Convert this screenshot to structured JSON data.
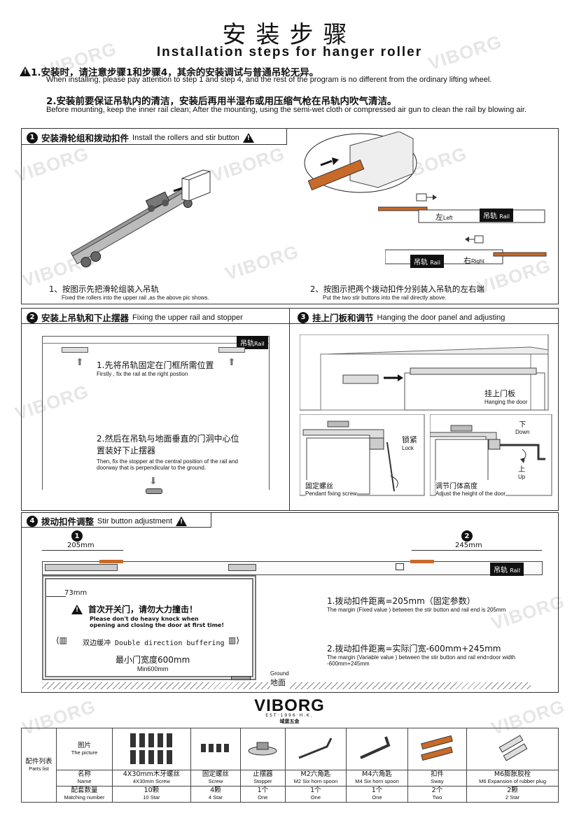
{
  "title": {
    "cn": "安装步骤",
    "en": "Installation steps for hanger roller"
  },
  "notes": [
    {
      "cn": "1.安装时，请注意步骤1和步骤4，其余的安装调试与普通吊轮无异。",
      "en": "When installing, please pay attention to step 1 and step 4, and the rest of the program is no different from the ordinary lifting wheel."
    },
    {
      "cn": "2.安装前要保证吊轨内的清洁，安装后再用半湿布或用压缩气枪在吊轨内吹气清洁。",
      "en": "Before mounting, keep the inner rail clean; After the mounting, using the semi-wet cloth or compressed air gun to clean the rail by blowing air."
    }
  ],
  "watermark": "VIBORG",
  "sections": {
    "s1": {
      "num": "1",
      "cn": "安装滑轮组和拨动扣件",
      "en": "Install the rollers and stir button",
      "cap1_cn": "1、按图示先把滑轮组装入吊轨",
      "cap1_en": "Fixed the rollers into the upper rail ,as the above pic shows.",
      "cap2_cn": "2、按图示把两个拨动扣件分别装入吊轨的左右端",
      "cap2_en": "Put the two stir buttons into the rail directly above.",
      "left_cn": "左",
      "left_en": "Left",
      "right_cn": "右",
      "right_en": "Right",
      "rail_cn": "吊轨",
      "rail_en": "Rail"
    },
    "s2": {
      "num": "2",
      "cn": "安装上吊轨和下止摆器",
      "en": "Fixing the upper rail and stopper",
      "rail_cn": "吊轨",
      "rail_en": "Rail",
      "step1_cn": "1.先将吊轨固定在门框所需位置",
      "step1_en": "Firstly , fix the rail at the right postion",
      "step2_cn1": "2.然后在吊轨与地面垂直的门洞中心位",
      "step2_cn2": "置装好下止摆器",
      "step2_en": "Then, fix the stopper at the central position of the rail and doorway that is perpendicular to the ground."
    },
    "s3": {
      "num": "3",
      "cn": "挂上门板和调节",
      "en": "Hanging the door panel and adjusting",
      "hang_cn": "挂上门板",
      "hang_en": "Hanging the door",
      "lock_cn": "锁紧",
      "lock_en": "Lock",
      "screw_cn": "固定螺丝",
      "screw_en": "Pendant fixing screw",
      "adjust_cn": "调节门体高度",
      "adjust_en": "Adjust the height of the door",
      "down_cn": "下",
      "down_en": "Down",
      "up_cn": "上",
      "up_en": "Up"
    },
    "s4": {
      "num": "4",
      "cn": "拨动扣件调整",
      "en": "Stir button adjustment",
      "dim1": "205mm",
      "dim2": "245mm",
      "dim3": "73mm",
      "rail_cn": "吊轨",
      "rail_en": "Rail",
      "warn_cn": "首次开关门，请勿大力撞击！",
      "warn_en1": "Please don't do heavy knock when",
      "warn_en2": "opening and closing the door at first time!",
      "buffer": "双边缓冲 Double direction buffering",
      "minw_cn": "最小门宽度600mm",
      "minw_en": "Min600mm",
      "ground_en": "Ground",
      "ground_cn": "地面",
      "m1_cn": "1.拨动扣件距离=205mm（固定参数）",
      "m1_en": "The margin (Fixed value ) between the stir button and rail end is 205mm",
      "m2_cn": "2.拨动扣件距离=实际门宽-600mm+245mm",
      "m2_en": "The margin (Variable value ) between the stir button and rail end=door width -600mm+245mm"
    }
  },
  "brand": {
    "name": "VIBORG",
    "est": "EST·1996·H.K.",
    "cn": "域堡五金"
  },
  "parts": {
    "header_cn": "配件列表",
    "header_en": "Parts list",
    "row_labels": [
      {
        "cn": "图片",
        "en": "The picture"
      },
      {
        "cn": "名称",
        "en": "Name"
      },
      {
        "cn": "配套数量",
        "en": "Matching number"
      }
    ],
    "items": [
      {
        "icon": "screw-icon",
        "name_cn": "4X30mm木牙螺丝",
        "name_en": "4X30mm Screw",
        "qty_cn": "10颗",
        "qty_en": "10 Star"
      },
      {
        "icon": "small-screw-icon",
        "name_cn": "固定螺丝",
        "name_en": "Screw",
        "qty_cn": "4颗",
        "qty_en": "4 Star"
      },
      {
        "icon": "stopper-icon",
        "name_cn": "止摆器",
        "name_en": "Stopper",
        "qty_cn": "1个",
        "qty_en": "One"
      },
      {
        "icon": "hex-key-icon",
        "name_cn": "M2六角匙",
        "name_en": "M2 Six horn spoon",
        "qty_cn": "1个",
        "qty_en": "One"
      },
      {
        "icon": "hex-key-icon",
        "name_cn": "M4六角匙",
        "name_en": "M4 Six horn spoon",
        "qty_cn": "1个",
        "qty_en": "One"
      },
      {
        "icon": "sway-icon",
        "name_cn": "扣件",
        "name_en": "Sway",
        "qty_cn": "2个",
        "qty_en": "Two"
      },
      {
        "icon": "rubber-plug-icon",
        "name_cn": "M6膨胀胶栓",
        "name_en": "M6 Expansion of rubber plug",
        "qty_cn": "2颗",
        "qty_en": "2 Star"
      }
    ]
  },
  "colors": {
    "orange": "#c86a2a",
    "dark": "#111111",
    "grey": "#777777"
  }
}
